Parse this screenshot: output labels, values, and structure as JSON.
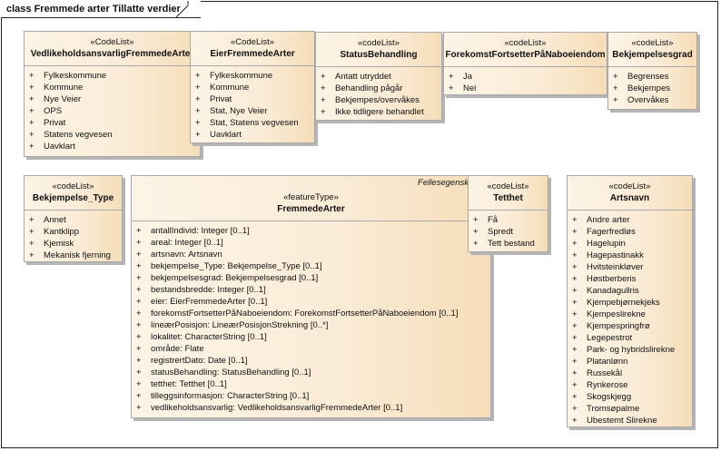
{
  "diagram_title": "class Fremmede arter Tillatte verdier",
  "classes": [
    {
      "id": "vedlikeholdsansvarlig",
      "stereotype": "«CodeList»",
      "name": "VedlikeholdsansvarligFremmedeArter",
      "attributes": [
        "Fylkeskommune",
        "Kommune",
        "Nye Veier",
        "OPS",
        "Privat",
        "Statens vegvesen",
        "Uavklart"
      ]
    },
    {
      "id": "eier",
      "stereotype": "«CodeList»",
      "name": "EierFremmedeArter",
      "attributes": [
        "Fylkeskommune",
        "Kommune",
        "Privat",
        "Stat, Nye Veier",
        "Stat, Statens vegvesen",
        "Uavklart"
      ]
    },
    {
      "id": "status-behandling",
      "stereotype": "«codeList»",
      "name": "StatusBehandling",
      "attributes": [
        "Antatt utryddet",
        "Behandling pågår",
        "Bekjempes/overvåkes",
        "Ikke tidligere behandlet"
      ]
    },
    {
      "id": "forekomst",
      "stereotype": "«codeList»",
      "name": "ForekomstFortsetterPåNaboeiendom",
      "attributes": [
        "Ja",
        "Nei"
      ]
    },
    {
      "id": "bekjempelsesgrad",
      "stereotype": "«codeList»",
      "name": "Bekjempelsesgrad",
      "attributes": [
        "Begrenses",
        "Bekjempes",
        "Overvåkes"
      ]
    },
    {
      "id": "bekjempelse-type",
      "stereotype": "«codeList»",
      "name": "Bekjempelse_Type",
      "attributes": [
        "Annet",
        "Kantklipp",
        "Kjemisk",
        "Mekanisk fjerning"
      ]
    },
    {
      "id": "fremmede-arter",
      "stereotype": "«featureType»",
      "name": "FremmedeArter",
      "tag": "Fellesegensk",
      "attributes": [
        "antallIndivid: Integer [0..1]",
        "areal: Integer [0..1]",
        "artsnavn: Artsnavn",
        "bekjempelse_Type: Bekjempelse_Type [0..1]",
        "bekjempelsesgrad: Bekjempelsesgrad [0..1]",
        "bestandsbredde: Integer [0..1]",
        "eier: EierFremmedeArter [0..1]",
        "forekomstFortsetterPåNaboeiendom: ForekomstFortsetterPåNaboeiendom [0..1]",
        "lineærPosisjon: LineærPosisjonStrekning [0..*]",
        "lokalitet: CharacterString [0..1]",
        "område: Flate",
        "registrertDato: Date [0..1]",
        "statusBehandling: StatusBehandling [0..1]",
        "tetthet: Tetthet [0..1]",
        "tilleggsinformasjon: CharacterString [0..1]",
        "vedlikeholdsansvarlig: VedlikeholdsansvarligFremmedeArter [0..1]"
      ]
    },
    {
      "id": "tetthet",
      "stereotype": "«codeList»",
      "name": "Tetthet",
      "attributes": [
        "Få",
        "Spredt",
        "Tett bestand"
      ]
    },
    {
      "id": "artsnavn",
      "stereotype": "«codeList»",
      "name": "Artsnavn",
      "attributes": [
        "Andre arter",
        "Fagerfredløs",
        "Hagelupin",
        "Hagepastinakk",
        "Hvitsteinkløver",
        "Høstberberis",
        "Kanadagullris",
        "Kjempebjørnekjeks",
        "Kjempeslirekne",
        "Kjempespringfrø",
        "Legepestrot",
        "Park- og hybridslirekne",
        "Platanlønn",
        "Russekål",
        "Rynkerose",
        "Skogskjegg",
        "Tromsøpalme",
        "Ubestemt Slirekne"
      ]
    }
  ],
  "visibility_symbol": "+"
}
